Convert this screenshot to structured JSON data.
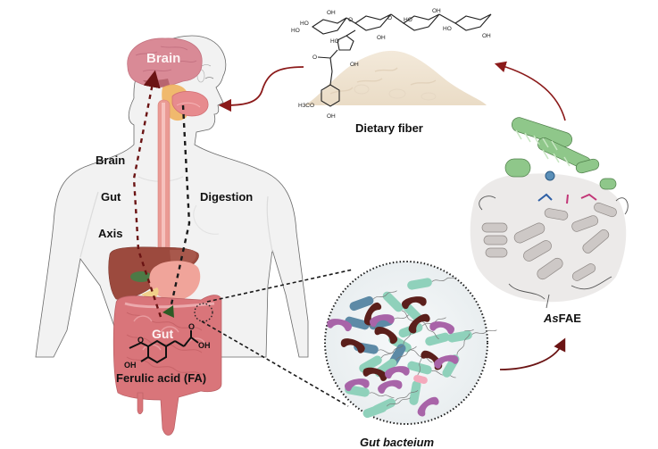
{
  "figure": {
    "title": "Ferulic acid, dietary fiber, AsFAE and the gut-brain axis",
    "labels": {
      "brain_organ": "Brain",
      "axis_line1": "Brain",
      "axis_line2": "Gut",
      "axis_line3": "Axis",
      "digestion": "Digestion",
      "gut_organ": "Gut",
      "ferulic_acid": "Ferulic acid (FA)",
      "dietary_fiber": "Dietary fiber",
      "enzyme_prefix": "As",
      "enzyme_suffix": "FAE",
      "gut_bacterium": "Gut bacteium"
    },
    "chemistry": {
      "fiber_substituents": [
        "HO",
        "HO",
        "OH",
        "HO",
        "O",
        "O",
        "OH",
        "HO",
        "OH",
        "OH",
        "O",
        "HO",
        "OH",
        "H3CO",
        "OH"
      ],
      "fa_substituents": [
        "O",
        "OH",
        "OH"
      ]
    },
    "flows": [
      {
        "from": "Dietary fiber",
        "to": "Mouth",
        "style": "solid-curved"
      },
      {
        "from": "AsFAE",
        "to": "Dietary fiber",
        "style": "solid-curved"
      },
      {
        "from": "Gut bacterium",
        "to": "AsFAE",
        "style": "solid-curved"
      },
      {
        "from": "Gut",
        "to": "Brain",
        "style": "dashed-dark-red"
      },
      {
        "from": "Mouth",
        "to": "Gut",
        "style": "dashed-black"
      }
    ],
    "colors": {
      "arrow": "#8b1a1a",
      "brain": "#d98a96",
      "body": "#f1f1f1",
      "esophagus": "#ea9a94",
      "liver": "#9c4a3e",
      "intestine": "#d9757a",
      "helix_green": "#8fc78a",
      "protein_gray": "#cdc8c6",
      "bacteria_teal": "#8fd1bb",
      "bacteria_blue": "#5d8aa6",
      "bacteria_brown": "#5b1f1b",
      "bacteria_purple": "#a864a8",
      "fiber_powder": "#efe2cf"
    }
  }
}
